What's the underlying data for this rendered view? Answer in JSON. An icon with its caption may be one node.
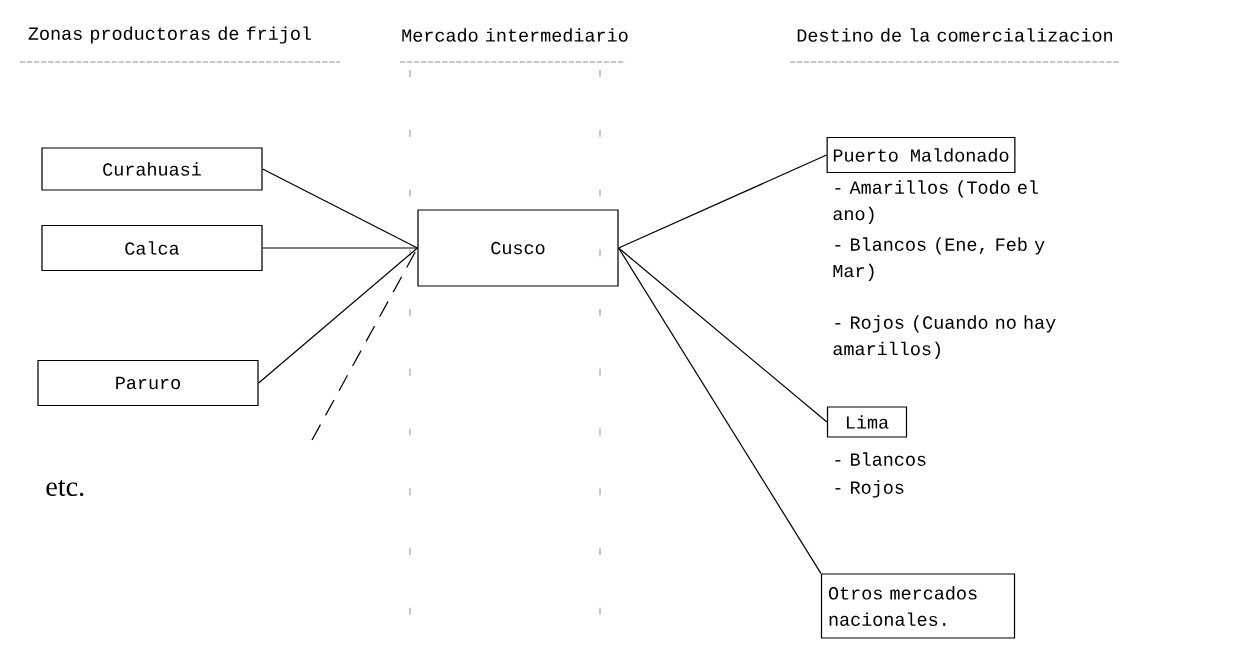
{
  "diagram": {
    "nodes": [
      {
        "text": [
          "Curahuasi"
        ]
      },
      {
        "text": [
          "Calca"
        ]
      },
      {
        "text": [
          "Paruro"
        ]
      },
      {
        "text": [
          "Cusco"
        ]
      },
      {
        "text": [
          "Puerto Maldonado"
        ],
        "beside": [
          "- Amarillos (Todo el ano)",
          "- Blancos (Ene, Feb y Mar)",
          "- Rojos (Cuando no hay amarillos)"
        ]
      },
      {
        "text": [
          "Lima"
        ],
        "beside": [
          "- Blancos",
          "- Rojos"
        ]
      },
      {
        "text": [
          "Otros mercados nacionales."
        ]
      }
    ],
    "edges": [
      {
        "from": 0,
        "to": 3,
        "arrow": "none"
      },
      {
        "from": 1,
        "to": 3,
        "arrow": "none"
      },
      {
        "from": 2,
        "to": 3,
        "arrow": "none"
      },
      {
        "from": null,
        "to": 3,
        "arrow": "none",
        "style": "dashed"
      },
      {
        "from": 3,
        "to": 4,
        "arrow": "none"
      },
      {
        "from": 3,
        "to": 5,
        "arrow": "none"
      },
      {
        "from": 3,
        "to": 6,
        "arrow": "none"
      }
    ],
    "labels": [
      "Zonas productoras de frijol",
      "Mercado intermediario",
      "Destino de la comercializacion",
      "etc."
    ]
  }
}
